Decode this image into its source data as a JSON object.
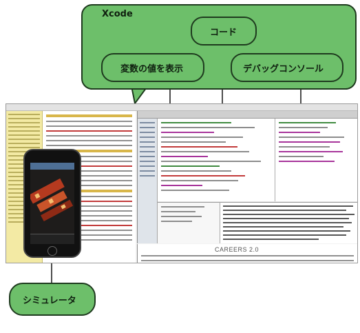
{
  "labels": {
    "xcode": "Xcode",
    "code": "コード",
    "variables": "変数の値を表示",
    "debug_console": "デバッグコンソール",
    "simulator": "シミュレータ"
  },
  "screenshot": {
    "careers": "CAREERS 2.0"
  },
  "colors": {
    "bubble_fill": "#6dbf6a",
    "bubble_border": "#1e3a1e",
    "notes_yellow": "#f3eaa4"
  }
}
